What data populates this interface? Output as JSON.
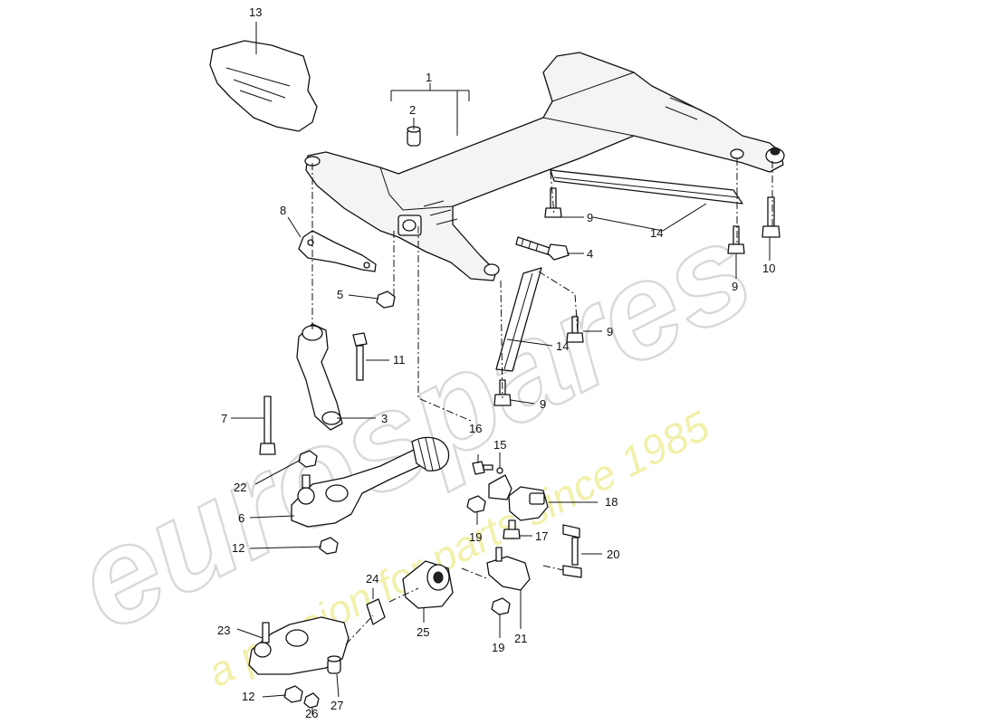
{
  "watermark": {
    "brand": "eurospares",
    "tagline": "a passion for parts since 1985"
  },
  "callouts": [
    {
      "id": "c1",
      "text": "1"
    },
    {
      "id": "c2",
      "text": "2"
    },
    {
      "id": "c3",
      "text": "3"
    },
    {
      "id": "c4",
      "text": "4"
    },
    {
      "id": "c5",
      "text": "5"
    },
    {
      "id": "c6",
      "text": "6"
    },
    {
      "id": "c7",
      "text": "7"
    },
    {
      "id": "c8",
      "text": "8"
    },
    {
      "id": "c9a",
      "text": "9"
    },
    {
      "id": "c9b",
      "text": "9"
    },
    {
      "id": "c9c",
      "text": "9"
    },
    {
      "id": "c9d",
      "text": "9"
    },
    {
      "id": "c10",
      "text": "10"
    },
    {
      "id": "c11",
      "text": "11"
    },
    {
      "id": "c12a",
      "text": "12"
    },
    {
      "id": "c12b",
      "text": "12"
    },
    {
      "id": "c13",
      "text": "13"
    },
    {
      "id": "c14a",
      "text": "14"
    },
    {
      "id": "c14b",
      "text": "14"
    },
    {
      "id": "c15",
      "text": "15"
    },
    {
      "id": "c16",
      "text": "16"
    },
    {
      "id": "c17",
      "text": "17"
    },
    {
      "id": "c18",
      "text": "18"
    },
    {
      "id": "c19a",
      "text": "19"
    },
    {
      "id": "c19b",
      "text": "19"
    },
    {
      "id": "c20",
      "text": "20"
    },
    {
      "id": "c21",
      "text": "21"
    },
    {
      "id": "c22",
      "text": "22"
    },
    {
      "id": "c23",
      "text": "23"
    },
    {
      "id": "c24",
      "text": "24"
    },
    {
      "id": "c25",
      "text": "25"
    },
    {
      "id": "c26",
      "text": "26"
    },
    {
      "id": "c27",
      "text": "27"
    }
  ]
}
